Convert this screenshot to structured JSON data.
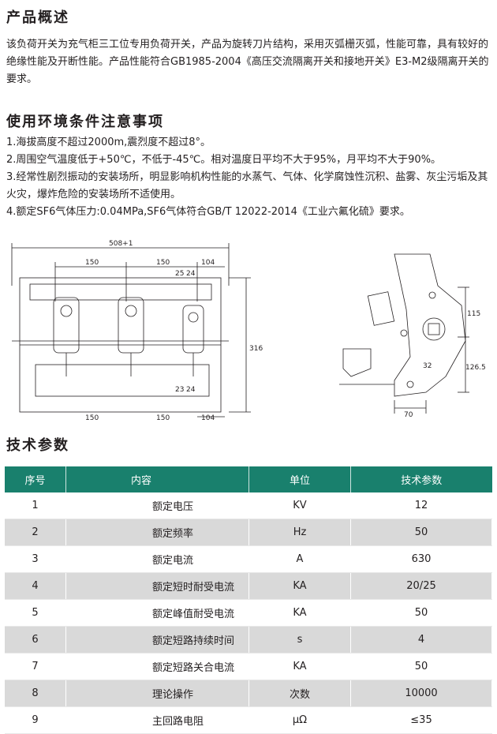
{
  "overview": {
    "heading": "产品概述",
    "text": "该负荷开关为充气柜三工位专用负荷开关，产品为旋转刀片结构，采用灭弧栅灭弧，性能可靠，具有较好的绝缘性能及开断性能。产品性能符合GB1985-2004《高压交流隔离开关和接地开关》E3-M2级隔离开关的要求。"
  },
  "conditions": {
    "heading": "使用环境条件注意事项",
    "items": [
      "1.海拔高度不超过2000m,震烈度不超过8°。",
      "2.周围空气温度低于+50℃，不低于-45℃。相对温度日平均不大于95%，月平均不大于90%。",
      "3.经常性剧烈振动的安装场所，明显影响机构性能的水蒸气、气体、化学腐蚀性沉积、盐雾、灰尘污垢及其火灾，爆炸危险的安装场所不适使用。",
      "4.额定SF6气体压力:0.04MPa,SF6气体符合GB/T 12022-2014《工业六氟化硫》要求。"
    ]
  },
  "drawing": {
    "dims": {
      "total_width": "508+1",
      "top_a": "150",
      "top_b": "150",
      "top_c": "104",
      "top_d": "25",
      "top_e": "24",
      "bot_d": "23",
      "bot_e": "24",
      "bot_a": "150",
      "bot_b": "150",
      "bot_c": "104",
      "height": "316",
      "side_upper": "115",
      "side_lower": "126.5",
      "side_small": "32",
      "side_bottom": "70"
    }
  },
  "specs": {
    "heading": "技术参数",
    "headers": [
      "序号",
      "内容",
      "单位",
      "技术参数"
    ],
    "rows": [
      {
        "no": "1",
        "name": "额定电压",
        "unit": "KV",
        "value": "12"
      },
      {
        "no": "2",
        "name": "额定频率",
        "unit": "Hz",
        "value": "50"
      },
      {
        "no": "3",
        "name": "额定电流",
        "unit": "A",
        "value": "630"
      },
      {
        "no": "4",
        "name": "额定短时耐受电流",
        "unit": "KA",
        "value": "20/25"
      },
      {
        "no": "5",
        "name": "额定峰值耐受电流",
        "unit": "KA",
        "value": "50"
      },
      {
        "no": "6",
        "name": "额定短路持续时间",
        "unit": "s",
        "value": "4"
      },
      {
        "no": "7",
        "name": "额定短路关合电流",
        "unit": "KA",
        "value": "50"
      },
      {
        "no": "8",
        "name": "理论操作",
        "unit": "次数",
        "value": "10000"
      },
      {
        "no": "9",
        "name": "主回路电阻",
        "unit": "μΩ",
        "value": "≤35"
      }
    ]
  }
}
